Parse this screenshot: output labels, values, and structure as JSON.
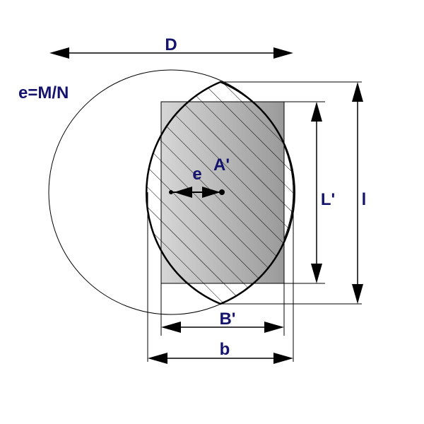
{
  "labels": {
    "D": "D",
    "eq": "e=M/N",
    "e": "e",
    "A": "A'",
    "L": "L'",
    "l": "l",
    "B": "B'",
    "b": "b"
  },
  "colors": {
    "label": "#14146e",
    "shade_light": "#d4d4d4",
    "shade_dark": "#9a9a9a",
    "line": "#000000"
  }
}
